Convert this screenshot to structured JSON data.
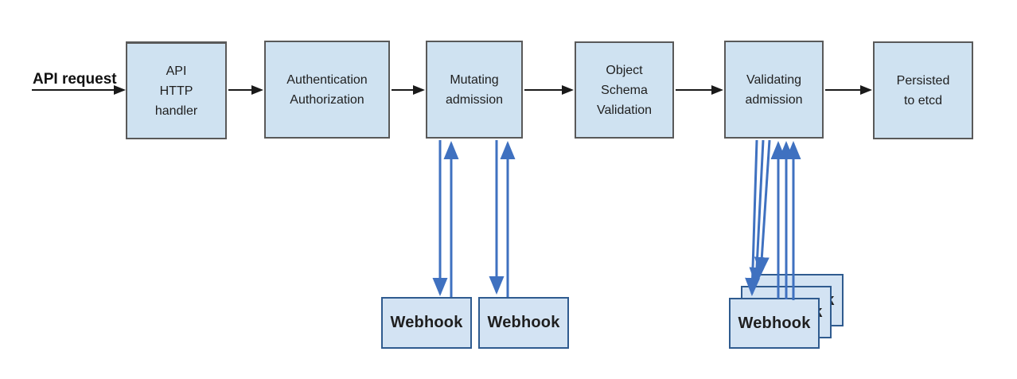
{
  "colors": {
    "canvas-bg": "#ffffff",
    "box-fill": "#cfe2f1",
    "box-border": "#595959",
    "webhook-fill": "#d3e3f3",
    "webhook-border": "#2f5b8f",
    "arrow-black": "#1a1a1a",
    "arrow-blue": "#3f71c0",
    "text": "#1f1f1f"
  },
  "request": {
    "label": "API request"
  },
  "pipeline": [
    {
      "id": "api-http-handler",
      "label": "API\nHTTP\nhandler"
    },
    {
      "id": "authentication-authorization",
      "label": "Authentication\nAuthorization"
    },
    {
      "id": "mutating-admission",
      "label": "Mutating\nadmission"
    },
    {
      "id": "object-schema-validation",
      "label": "Object\nSchema\nValidation"
    },
    {
      "id": "validating-admission",
      "label": "Validating\nadmission"
    },
    {
      "id": "persisted-to-etcd",
      "label": "Persisted\nto etcd"
    }
  ],
  "webhooks": {
    "mutating": [
      {
        "label": "Webhook"
      },
      {
        "label": "Webhook"
      }
    ],
    "validating_stack": [
      {
        "label": "Webhook"
      },
      {
        "label": "Webhook"
      },
      {
        "label": "Webhook"
      }
    ]
  }
}
